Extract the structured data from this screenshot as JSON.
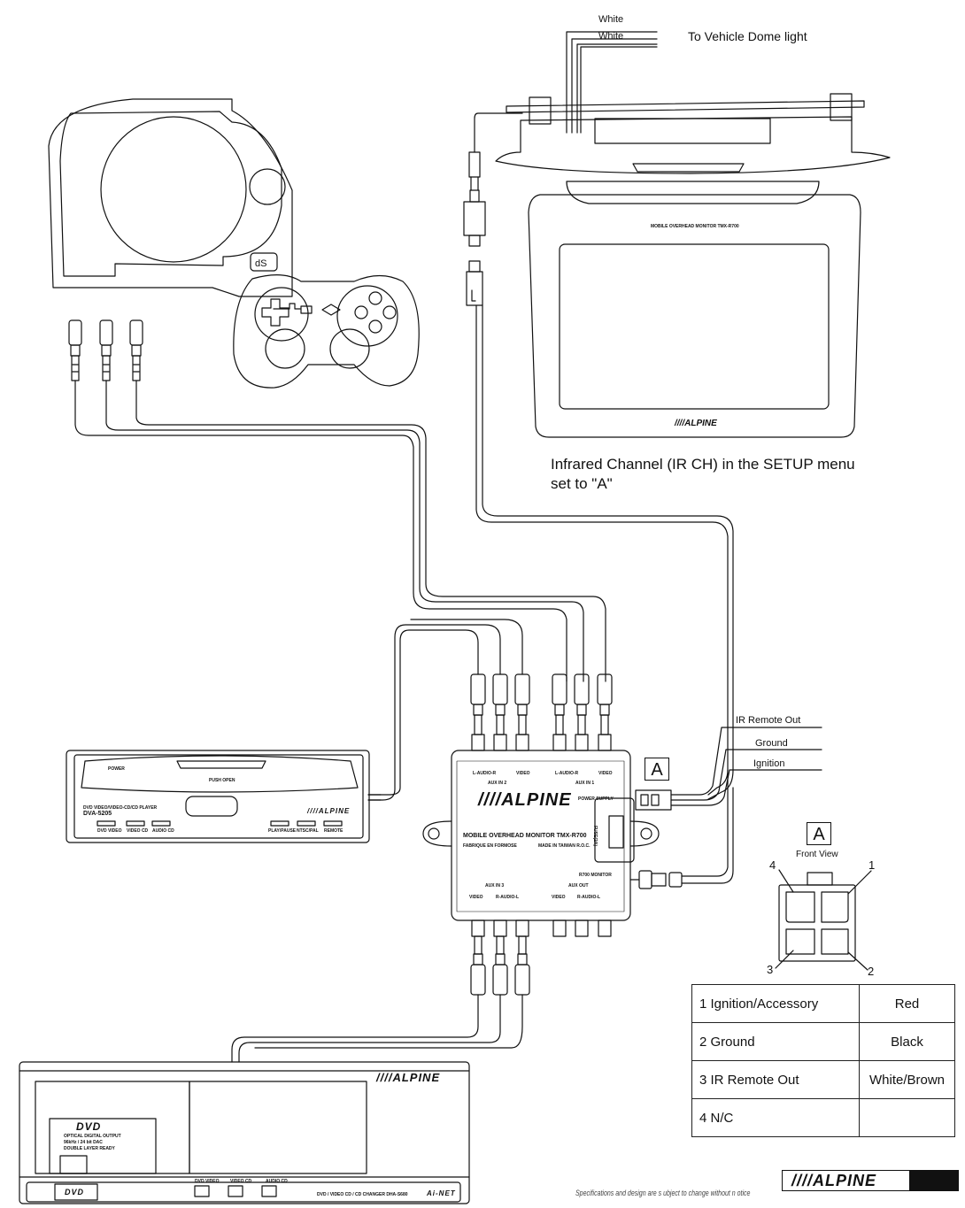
{
  "wires": {
    "dome_white_1": "White",
    "dome_white_2": "White",
    "dome_destination": "To Vehicle Dome light",
    "harness_ir_remote": "IR Remote Out",
    "harness_ground": "Ground",
    "harness_ignition": "Ignition"
  },
  "ir_note": "Infrared Channel (IR CH) in the SETUP menu set to \"A\"",
  "connector_a": {
    "label": "A",
    "view_label": "Front View",
    "pins": [
      "1",
      "2",
      "3",
      "4"
    ]
  },
  "pin_table": [
    {
      "pin": "1 Ignition/Accessory",
      "color": "Red"
    },
    {
      "pin": "2 Ground",
      "color": "Black"
    },
    {
      "pin": "3 IR Remote Out",
      "color": "White/Brown"
    },
    {
      "pin": "4 N/C",
      "color": ""
    }
  ],
  "monitor": {
    "model_label": "MOBILE OVERHEAD MONITOR TMX-R700",
    "brand": "////ALPINE"
  },
  "control_box": {
    "brand": "////ALPINE",
    "title": "MOBILE OVERHEAD MONITOR TMX-R700",
    "made_in": "MADE IN TAIWAN R.O.C.",
    "fabrique": "FABRIQUE EN FORMOSE",
    "aux_in_2": "AUX IN 2",
    "aux_in_1": "AUX IN 1",
    "aux_in_3": "AUX IN 3",
    "aux_out": "AUX OUT",
    "audio_r_left": "L-AUDIO-R",
    "video": "VIDEO",
    "audio_r_right": "R-AUDIO-L",
    "power_supply": "POWER SUPPLY",
    "r700_monitor": "R700 MONITOR",
    "fuse": "FUSE(2A)"
  },
  "dvd_player": {
    "title": "DVD VIDEO/VIDEO-CD/CD PLAYER",
    "model": "DVA-5205",
    "brand": "////ALPINE",
    "power": "POWER",
    "push_open": "PUSH OPEN",
    "buttons": [
      "DVD VIDEO",
      "VIDEO CD",
      "AUDIO CD",
      "PLAY/PAUSE",
      "NTSC/PAL",
      "REMOTE"
    ]
  },
  "dvd_changer": {
    "brand": "////ALPINE",
    "badge": "DVD",
    "features": [
      "OPTICAL DIGITAL OUTPUT",
      "96kHz / 24 bit DAC",
      "DOUBLE LAYER READY"
    ],
    "buttons": [
      "DVD VIDEO",
      "VIDEO CD",
      "AUDIO CD"
    ],
    "model_line": "DVD / VIDEO CD / CD CHANGER  DHA-S680",
    "ainet": "Ai-NET",
    "dvd_logo": "DVD"
  },
  "footer": {
    "disclaimer": "Specifications and design are s  ubject to change without n  otice",
    "brand": "////ALPINE"
  }
}
